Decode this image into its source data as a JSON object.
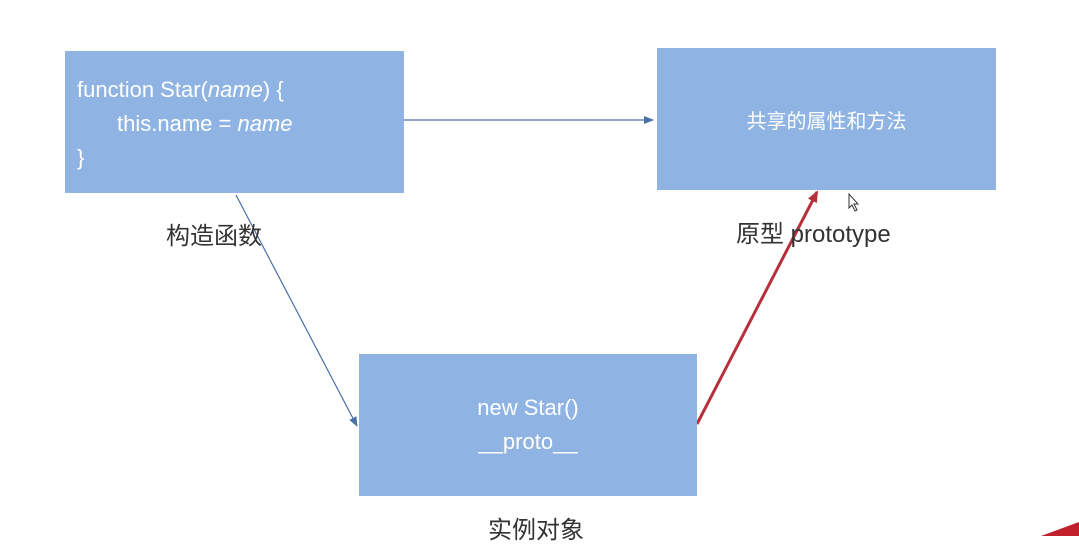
{
  "constructor_box": {
    "line1_prefix": "function Star(",
    "line1_param": "name",
    "line1_suffix": ") {",
    "line2_prefix": "this.name = ",
    "line2_value": "name",
    "line3": "}"
  },
  "constructor_label": "构造函数",
  "prototype_box": {
    "text": "共享的属性和方法"
  },
  "prototype_label": "原型 prototype",
  "instance_box": {
    "line1": "new Star()",
    "line2": "__proto__"
  },
  "instance_label": "实例对象",
  "colors": {
    "box_fill": "#8fb4e3",
    "arrow_blue": "#4a6fa5",
    "arrow_red": "#b5303a"
  },
  "icons": [
    "mouse-cursor-icon"
  ]
}
